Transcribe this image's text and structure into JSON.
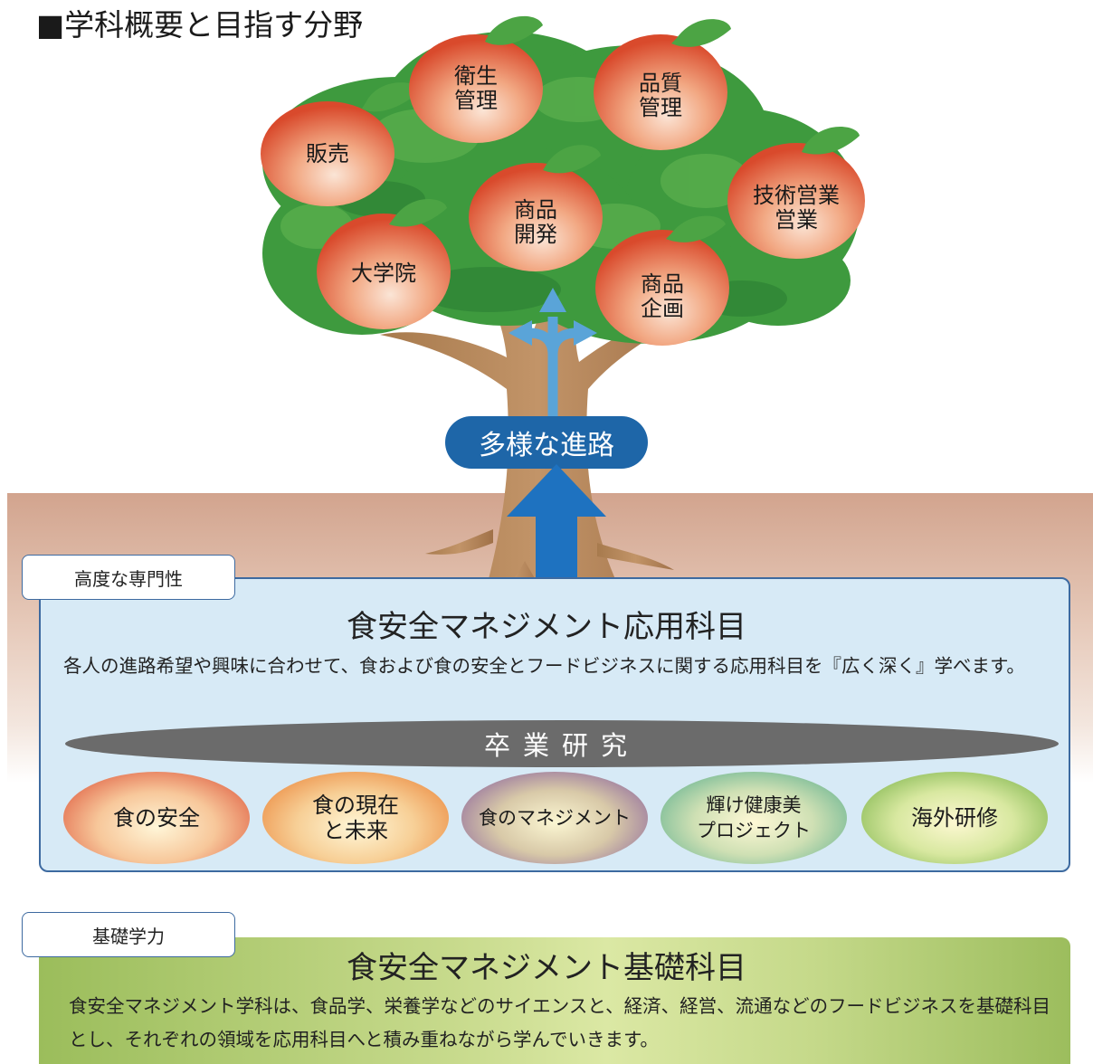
{
  "page_title": "■学科概要と目指す分野",
  "fruits": [
    {
      "text": "販売"
    },
    {
      "text": "衛生\n管理"
    },
    {
      "text": "品質\n管理"
    },
    {
      "text": "商品\n開発"
    },
    {
      "text": "技術営業\n営業"
    },
    {
      "text": "大学院"
    },
    {
      "text": "商品\n企画"
    }
  ],
  "path_label": "多様な進路",
  "advanced": {
    "tab": "高度な専門性",
    "title": "食安全マネジメント応用科目",
    "desc": "各人の進路希望や興味に合わせて、食および食の安全とフードビジネスに関する応用科目を『広く深く』学べます。",
    "graduation": "卒業研究",
    "courses": [
      {
        "text": "食の安全",
        "color": "#d9432b"
      },
      {
        "text": "食の現在\nと未来",
        "color": "#e8782a"
      },
      {
        "text": "食のマネジメント",
        "color": "#7b4f9a"
      },
      {
        "text": "輝け健康美\nプロジェクト",
        "color": "#4aa787"
      },
      {
        "text": "海外研修",
        "color": "#6aa93a"
      }
    ]
  },
  "basic": {
    "tab": "基礎学力",
    "title": "食安全マネジメント基礎科目",
    "desc": "食安全マネジメント学科は、食品学、栄養学などのサイエンスと、経済、経営、流通などのフードビジネスを基礎科目とし、それぞれの領域を応用科目へと積み重ねながら学んでいきます。"
  },
  "colors": {
    "leaf": "#3e9a3e",
    "trunk": "#b78a5c",
    "fruit": "#e2664a",
    "navy": "#1e66a8"
  }
}
